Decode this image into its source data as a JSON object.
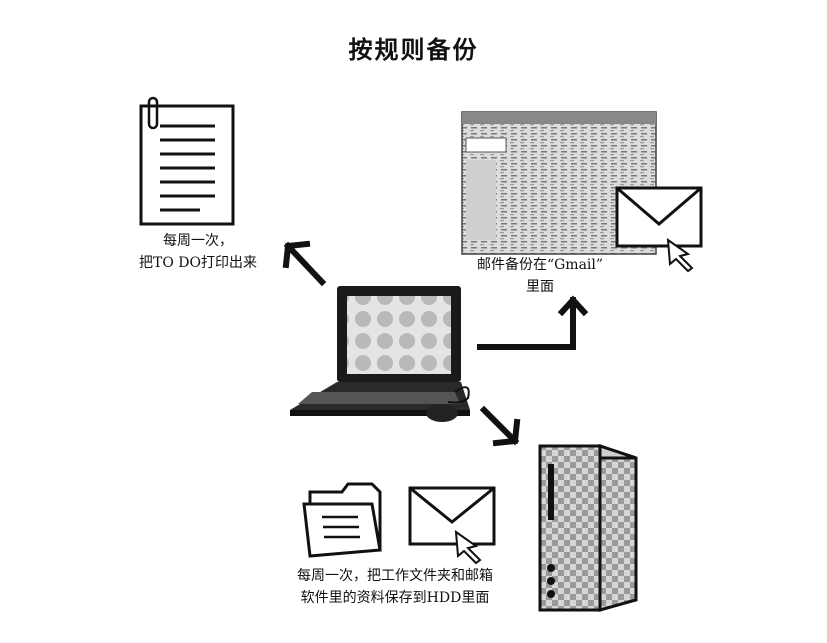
{
  "title": "按规则备份",
  "captions": {
    "print_todo": [
      "每周一次，",
      "把TO DO打印出来"
    ],
    "gmail": [
      "邮件备份在“Gmail”",
      "里面"
    ],
    "hdd": [
      "每周一次，把工作文件夹和邮箱",
      "软件里的资料保存到HDD里面"
    ]
  },
  "colors": {
    "ink": "#111111",
    "paper": "#ffffff",
    "screen_gray": "#bdbdbd"
  },
  "icons": [
    "document-icon",
    "laptop-icon",
    "mouse-icon",
    "browser-screenshot-icon",
    "envelope-icon",
    "cursor-icon",
    "folder-icon",
    "hdd-tower-icon",
    "arrow-icon"
  ]
}
